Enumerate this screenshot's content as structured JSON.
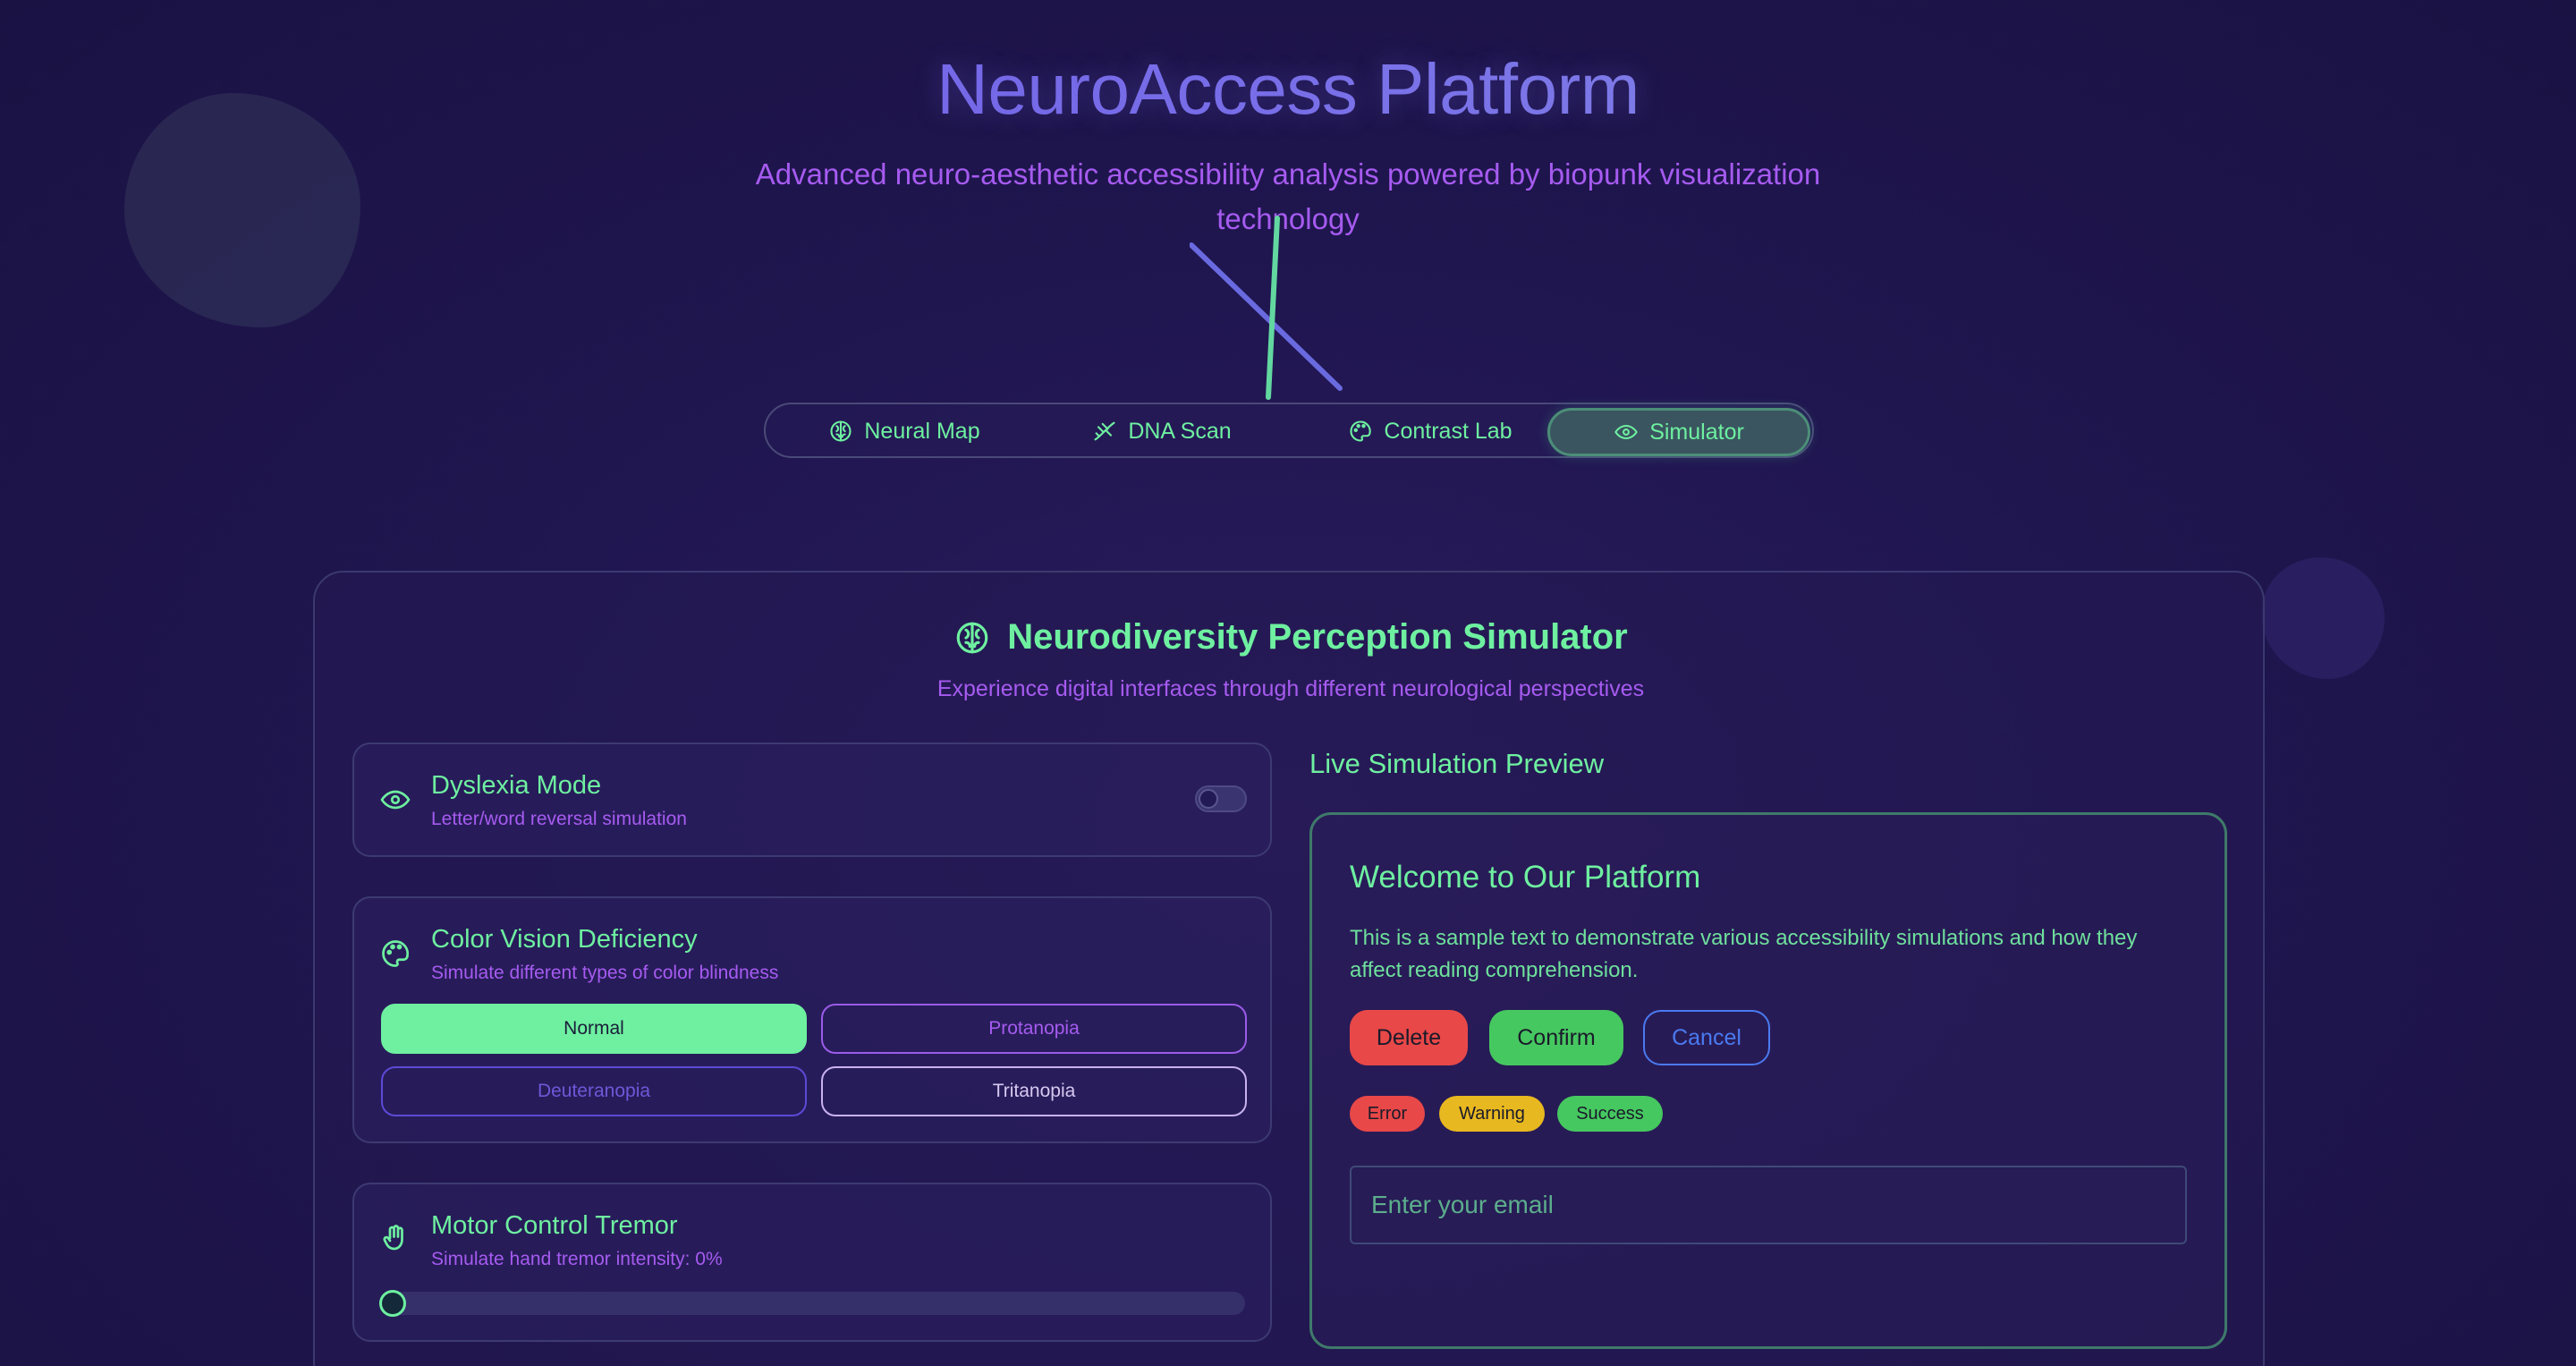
{
  "header": {
    "title": "NeuroAccess Platform",
    "subtitle": "Advanced neuro-aesthetic accessibility analysis powered by biopunk visualization technology"
  },
  "nav": {
    "items": [
      {
        "label": "Neural Map",
        "icon": "brain-icon",
        "active": false
      },
      {
        "label": "DNA Scan",
        "icon": "dna-icon",
        "active": false
      },
      {
        "label": "Contrast Lab",
        "icon": "palette-icon",
        "active": false
      },
      {
        "label": "Simulator",
        "icon": "eye-icon",
        "active": true
      }
    ]
  },
  "simulator": {
    "title": "Neurodiversity Perception Simulator",
    "subtitle": "Experience digital interfaces through different neurological perspectives",
    "dyslexia": {
      "title": "Dyslexia Mode",
      "subtitle": "Letter/word reversal simulation",
      "enabled": false
    },
    "color_vision": {
      "title": "Color Vision Deficiency",
      "subtitle": "Simulate different types of color blindness",
      "options": [
        "Normal",
        "Protanopia",
        "Deuteranopia",
        "Tritanopia"
      ],
      "selected": "Normal"
    },
    "tremor": {
      "title": "Motor Control Tremor",
      "subtitle": "Simulate hand tremor intensity: 0%",
      "value_percent": 0
    }
  },
  "preview": {
    "label": "Live Simulation Preview",
    "title": "Welcome to Our Platform",
    "text": "This is a sample text to demonstrate various accessibility simulations and how they affect reading comprehension.",
    "buttons": {
      "delete": "Delete",
      "confirm": "Confirm",
      "cancel": "Cancel"
    },
    "badges": {
      "error": "Error",
      "warning": "Warning",
      "success": "Success"
    },
    "email_placeholder": "Enter your email"
  },
  "colors": {
    "accent_green": "#6ef0a0",
    "accent_purple": "#a65bf0",
    "title_gradient_start": "#6a56e6",
    "title_gradient_end": "#8a9ae6",
    "delete_red": "#e84848",
    "confirm_green": "#46c860",
    "cancel_blue": "#4a7af0",
    "warning_yellow": "#e8b820"
  }
}
